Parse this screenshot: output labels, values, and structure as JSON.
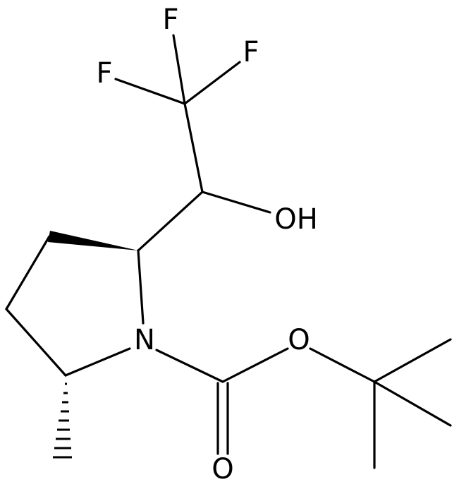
{
  "structure": {
    "kind": "skeletal-formula",
    "line_color": "#000000",
    "background": "#ffffff",
    "atoms": {
      "fluorine_top": "F",
      "fluorine_right": "F",
      "fluorine_left": "F",
      "hydroxyl": "OH",
      "ring_nitrogen": "N",
      "ester_oxygen": "O",
      "carbonyl_oxygen": "O"
    }
  }
}
